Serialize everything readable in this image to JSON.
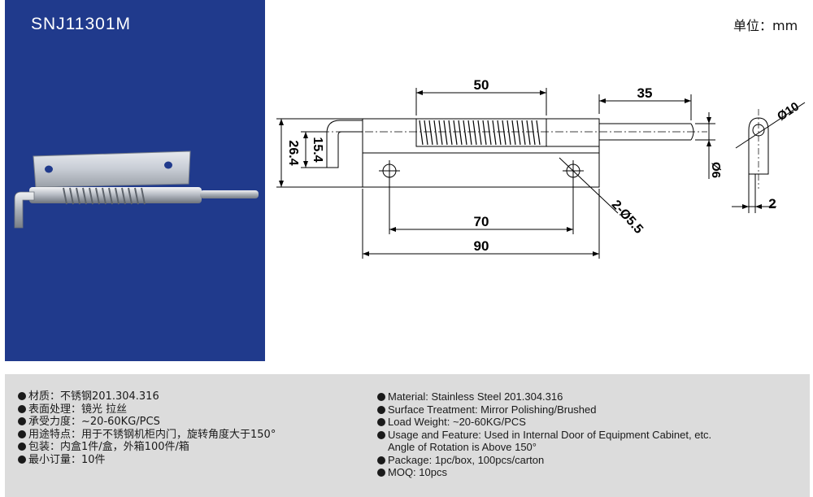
{
  "product": {
    "code": "SNJ11301M"
  },
  "drawing": {
    "unit_label": "单位：mm",
    "dims": {
      "spring_length": "50",
      "pin_extension": "35",
      "height_total": "26.4",
      "height_hook": "15.4",
      "hole_spacing": "70",
      "plate_length": "90",
      "holes": "2-Ø5.5",
      "pin_diameter": "Ø6",
      "bend_diameter": "Ø10",
      "plate_thickness": "2"
    }
  },
  "specs_cn": [
    {
      "label": "材质：",
      "value": "不锈钢201.304.316"
    },
    {
      "label": "表面处理：",
      "value": "镜光 拉丝"
    },
    {
      "label": "承受力度：",
      "value": "~20-60KG/PCS"
    },
    {
      "label": "用途特点：",
      "value": "用于不锈钢机柜内门，旋转角度大于150°"
    },
    {
      "label": "包装：",
      "value": "内盒1件/盒，外箱100件/箱"
    },
    {
      "label": "最小订量：",
      "value": "10件"
    }
  ],
  "specs_en": [
    {
      "text": "Material: Stainless Steel 201.304.316"
    },
    {
      "text": "Surface Treatment: Mirror Polishing/Brushed"
    },
    {
      "text": "Load Weight: ~20-60KG/PCS"
    },
    {
      "text": "Usage and Feature: Used in Internal Door of Equipment Cabinet, etc.",
      "cont": "Angle of Rotation is Above 150°"
    },
    {
      "text": "Package: 1pc/box, 100pcs/carton"
    },
    {
      "text": "MOQ: 10pcs"
    }
  ]
}
